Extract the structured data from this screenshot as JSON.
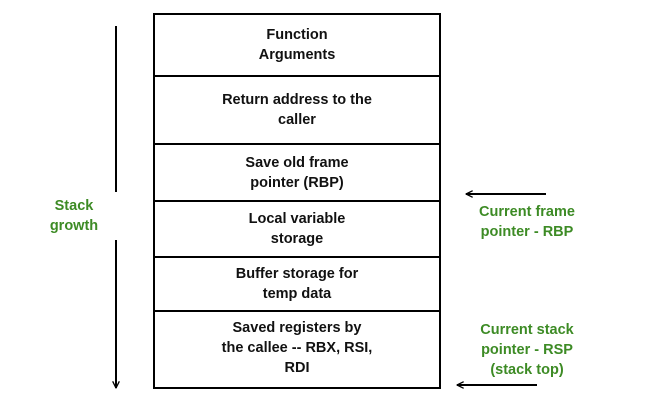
{
  "stack_frames": [
    "Function\nArguments",
    "Return address to the\ncaller",
    "Save old frame\npointer (RBP)",
    "Local variable\nstorage",
    "Buffer storage for\ntemp data",
    "Saved registers by\nthe callee -- RBX, RSI,\nRDI"
  ],
  "labels": {
    "stack_growth": "Stack\ngrowth",
    "current_frame_pointer": "Current frame\npointer - RBP",
    "current_stack_pointer": "Current stack\npointer - RSP\n(stack top)"
  },
  "colors": {
    "label_green": "#3d8b25",
    "line_black": "#000000"
  }
}
